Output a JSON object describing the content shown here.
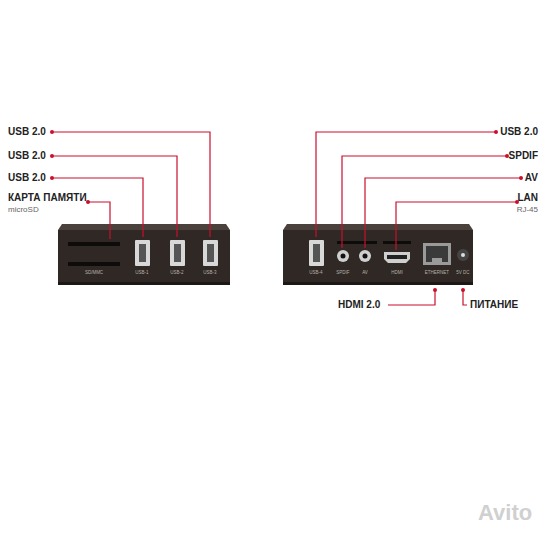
{
  "diagram": {
    "labels": [
      "USB 2.0",
      "USB 2.0",
      "USB 2.0",
      "КАРТА ПАМЯТИ",
      "microSD",
      "USB 2.0",
      "SPDIF",
      "AV",
      "LAN",
      "RJ-45",
      "HDMI 2.0",
      "ПИТАНИЕ",
      "SD/MMC",
      "USB-1",
      "USB-2",
      "USB-3",
      "USB-4",
      "SPDIF",
      "AV",
      "HDMI",
      "ETHERNET",
      "5V DC",
      "Avito"
    ]
  }
}
